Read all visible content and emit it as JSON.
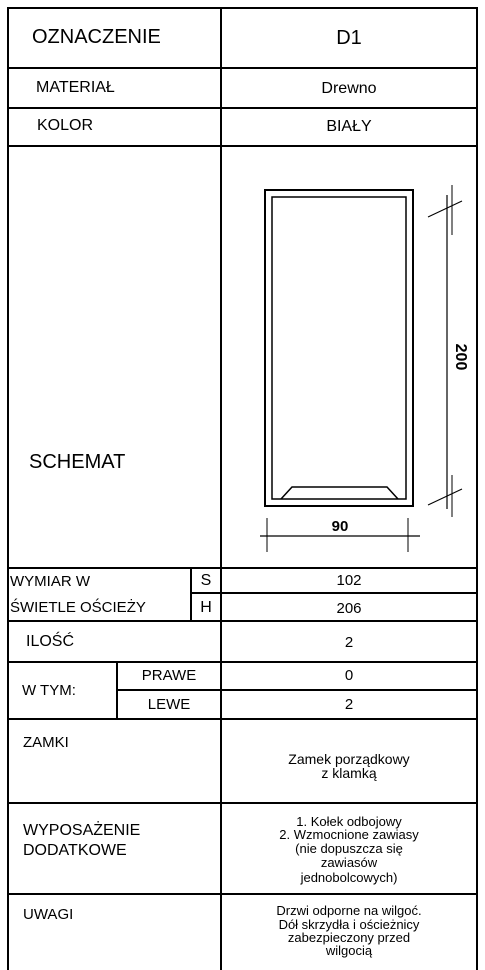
{
  "card": {
    "designation": {
      "label": "OZNACZENIE",
      "value": "D1"
    },
    "material": {
      "label": "MATERIAŁ",
      "value": "Drewno"
    },
    "color": {
      "label": "KOLOR",
      "value": "BIAŁY"
    },
    "schematic": {
      "label": "SCHEMAT",
      "width_dimension": "90",
      "height_dimension": "200"
    },
    "opening_size": {
      "label_line1": "WYMIAR W",
      "label_line2": "ŚWIETLE OŚCIEŻY",
      "width_label": "S",
      "width_value": "102",
      "height_label": "H",
      "height_value": "206"
    },
    "quantity": {
      "label": "ILOŚĆ",
      "value": "2"
    },
    "of_which": {
      "label": "W TYM:",
      "right_label": "PRAWE",
      "right_value": "0",
      "left_label": "LEWE",
      "left_value": "2"
    },
    "locks": {
      "label": "ZAMKI",
      "line1": "Zamek porządkowy",
      "line2": "z klamką"
    },
    "equipment": {
      "label_line1": "WYPOSAŻENIE",
      "label_line2": "DODATKOWE",
      "lines": [
        "1. Kołek odbojowy",
        "2. Wzmocnione zawiasy",
        "(nie dopuszcza się",
        "zawiasów",
        "jednobolcowych)"
      ]
    },
    "notes": {
      "label": "UWAGI",
      "lines": [
        "Drzwi odporne na wilgoć.",
        "Dół skrzydła i ościeżnicy",
        "zabezpieczony przed",
        "wilgocią"
      ]
    }
  }
}
